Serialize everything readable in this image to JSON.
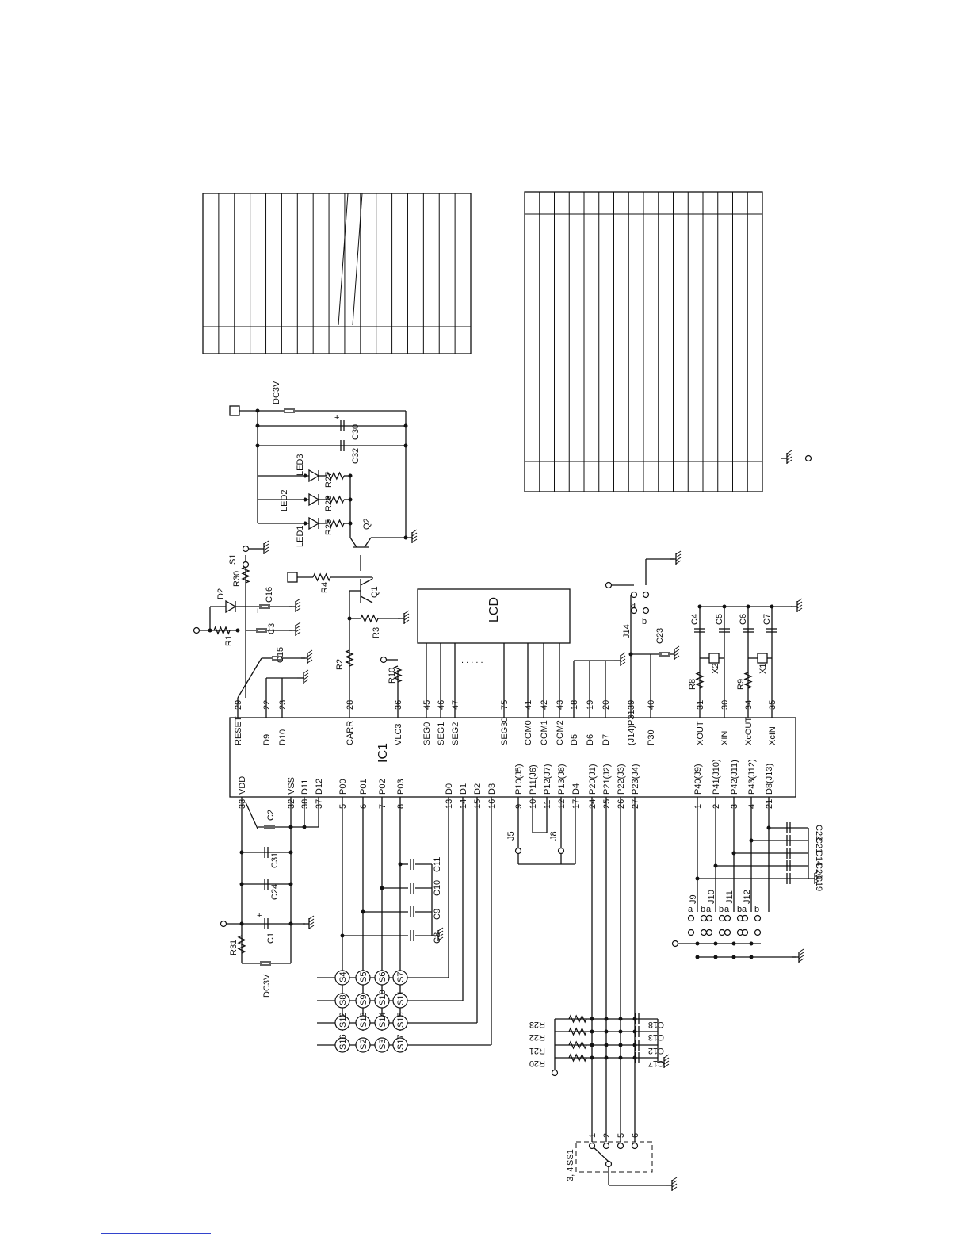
{
  "ic": {
    "name": "IC1",
    "top_pins": [
      {
        "num": "29",
        "name": "RESET"
      },
      {
        "num": "22",
        "name": "D9"
      },
      {
        "num": "23",
        "name": "D10"
      },
      {
        "num": "28",
        "name": "CARR"
      },
      {
        "num": "36",
        "name": "VLC3"
      },
      {
        "num": "45",
        "name": "SEG0"
      },
      {
        "num": "46",
        "name": "SEG1"
      },
      {
        "num": "47",
        "name": "SEG2"
      },
      {
        "num": "75",
        "name": "SEG30"
      },
      {
        "num": "41",
        "name": "COM0"
      },
      {
        "num": "42",
        "name": "COM1"
      },
      {
        "num": "43",
        "name": "COM2"
      },
      {
        "num": "18",
        "name": "D5"
      },
      {
        "num": "19",
        "name": "D6"
      },
      {
        "num": "20",
        "name": "D7"
      },
      {
        "num": "39",
        "name": "(J14)P31"
      },
      {
        "num": "40",
        "name": "P30"
      },
      {
        "num": "31",
        "name": "XOUT"
      },
      {
        "num": "30",
        "name": "XIN"
      },
      {
        "num": "34",
        "name": "XcOUT"
      },
      {
        "num": "35",
        "name": "XcIN"
      }
    ],
    "bottom_pins": [
      {
        "num": "33",
        "name": "VDD"
      },
      {
        "num": "32",
        "name": "VSS"
      },
      {
        "num": "38",
        "name": "D11"
      },
      {
        "num": "37",
        "name": "D12"
      },
      {
        "num": "5",
        "name": "P00"
      },
      {
        "num": "6",
        "name": "P01"
      },
      {
        "num": "7",
        "name": "P02"
      },
      {
        "num": "8",
        "name": "P03"
      },
      {
        "num": "13",
        "name": "D0"
      },
      {
        "num": "14",
        "name": "D1"
      },
      {
        "num": "15",
        "name": "D2"
      },
      {
        "num": "16",
        "name": "D3"
      },
      {
        "num": "9",
        "name": "P10(J5)"
      },
      {
        "num": "10",
        "name": "P11(J6)"
      },
      {
        "num": "11",
        "name": "P12(J7)"
      },
      {
        "num": "12",
        "name": "P13(J8)"
      },
      {
        "num": "17",
        "name": "D4"
      },
      {
        "num": "24",
        "name": "P20(J1)"
      },
      {
        "num": "25",
        "name": "P21(J2)"
      },
      {
        "num": "26",
        "name": "P22(J3)"
      },
      {
        "num": "27",
        "name": "P23(J4)"
      },
      {
        "num": "1",
        "name": "P40(J9)"
      },
      {
        "num": "2",
        "name": "P41(J10)"
      },
      {
        "num": "3",
        "name": "P42(J11)"
      },
      {
        "num": "4",
        "name": "P43(J12)"
      },
      {
        "num": "21",
        "name": "D8(J13)"
      }
    ]
  },
  "lcd": {
    "label": "LCD",
    "dots": ". . . . ."
  },
  "power": {
    "top_supply": "DC3V",
    "bottom_supply": "DC3V"
  },
  "components": {
    "resistors": [
      "R1",
      "R30",
      "R4",
      "R2",
      "R3",
      "R10",
      "R8",
      "R9",
      "R25",
      "R26",
      "R27",
      "R31",
      "R20",
      "R21",
      "R22",
      "R23"
    ],
    "capacitors": [
      "C16",
      "C3",
      "C15",
      "C30",
      "C32",
      "C23",
      "C4",
      "C5",
      "C6",
      "C7",
      "C2",
      "C31",
      "C24",
      "C1",
      "C8",
      "C9",
      "C10",
      "C11",
      "C22",
      "C21",
      "C14",
      "C20",
      "C19",
      "C18",
      "C13",
      "C12",
      "C17"
    ],
    "diodes": [
      "D2"
    ],
    "leds": [
      "LED1",
      "LED2",
      "LED3"
    ],
    "transistors": [
      "Q1",
      "Q2"
    ],
    "crystals": [
      "X2",
      "X1"
    ],
    "switches": [
      "S1"
    ],
    "jumpers": [
      "J14",
      "J5",
      "J8",
      "J9",
      "J10",
      "J11",
      "J12"
    ],
    "jumper_contacts": [
      "a",
      "b"
    ],
    "slide_switch": {
      "name": "SS1",
      "common": "3, 4",
      "positions": [
        "1",
        "2",
        "5",
        "6"
      ]
    },
    "keys": [
      [
        "S4",
        "S8",
        "S12",
        "S16"
      ],
      [
        "S5",
        "S9",
        "S13",
        "S2"
      ],
      [
        "S6",
        "S10",
        "S14",
        "S3"
      ],
      [
        "S7",
        "S11",
        "S15",
        "S17"
      ]
    ]
  },
  "tables": {
    "left": {
      "rows": 17,
      "cols": 2
    },
    "right": {
      "rows": 16,
      "cols": 3
    }
  }
}
